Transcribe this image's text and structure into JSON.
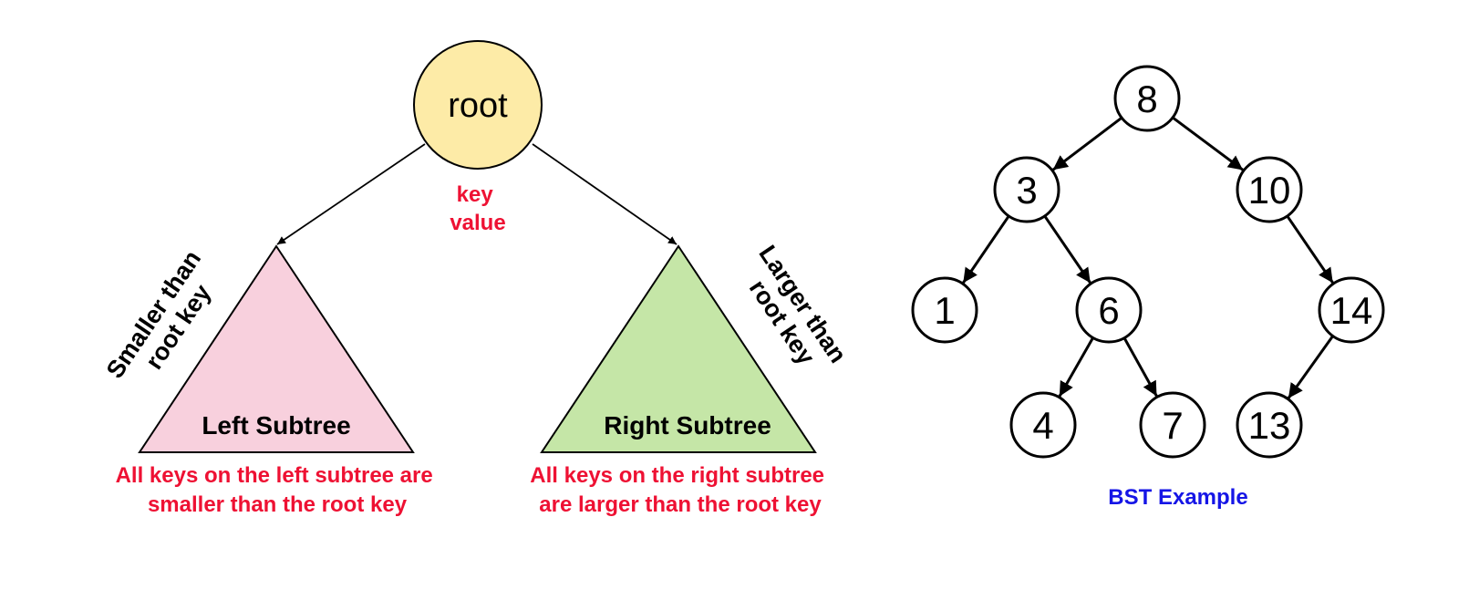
{
  "left_diagram": {
    "root_label": "root",
    "key_value_lines": [
      "key",
      "value"
    ],
    "left_side_label_lines": [
      "Smaller than",
      "root key"
    ],
    "right_side_label_lines": [
      "Larger than",
      "root key"
    ],
    "left_subtree_label": "Left Subtree",
    "right_subtree_label": "Right Subtree",
    "left_caption_lines": [
      "All keys on the left subtree are",
      "smaller than the root key"
    ],
    "right_caption_lines": [
      "All keys on the right subtree",
      "are larger than the root key"
    ]
  },
  "bst_example": {
    "caption": "BST Example",
    "nodes": [
      {
        "id": "n8",
        "value": "8"
      },
      {
        "id": "n3",
        "value": "3"
      },
      {
        "id": "n10",
        "value": "10"
      },
      {
        "id": "n1",
        "value": "1"
      },
      {
        "id": "n6",
        "value": "6"
      },
      {
        "id": "n14",
        "value": "14"
      },
      {
        "id": "n4",
        "value": "4"
      },
      {
        "id": "n7",
        "value": "7"
      },
      {
        "id": "n13",
        "value": "13"
      }
    ],
    "edges": [
      [
        "n8",
        "n3"
      ],
      [
        "n8",
        "n10"
      ],
      [
        "n3",
        "n1"
      ],
      [
        "n3",
        "n6"
      ],
      [
        "n10",
        "n14"
      ],
      [
        "n6",
        "n4"
      ],
      [
        "n6",
        "n7"
      ],
      [
        "n14",
        "n13"
      ]
    ]
  },
  "colors": {
    "root_fill": "#FDEBA7",
    "left_subtree_fill": "#F8D0DD",
    "right_subtree_fill": "#C5E6A7",
    "annotation_red": "#EE1133",
    "caption_blue": "#1515E6",
    "stroke": "#000000"
  }
}
